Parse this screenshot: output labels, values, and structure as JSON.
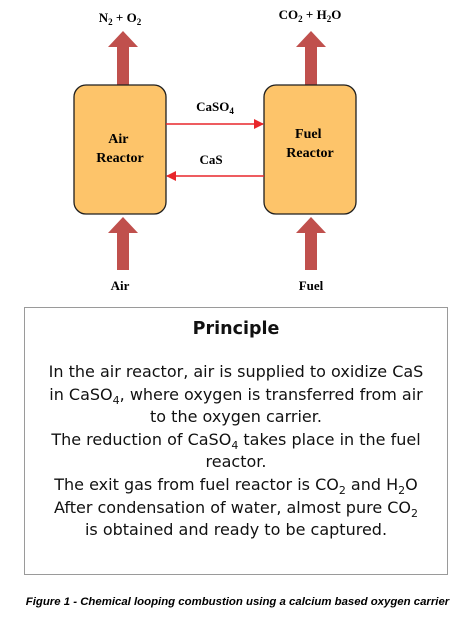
{
  "diagram": {
    "air_reactor": {
      "line1": "Air",
      "line2": "Reactor"
    },
    "fuel_reactor": {
      "line1": "Fuel",
      "line2": "Reactor"
    },
    "top_left_output": {
      "a": "N",
      "a_sub": "2",
      "b": " + O",
      "b_sub": "2"
    },
    "top_right_output": {
      "a": "CO",
      "a_sub": "2",
      "b": " + H",
      "b_sub": "2",
      "c": "O"
    },
    "upper_flow_label": {
      "main": "CaSO",
      "sub": "4"
    },
    "lower_flow_label": "CaS",
    "bottom_left_input": "Air",
    "bottom_right_input": "Fuel",
    "colors": {
      "reactor_fill": "#fdc46a",
      "reactor_stroke": "#1f1f1f",
      "up_arrow": "#c0504d",
      "flow_arrow": "#e8262b"
    }
  },
  "principle": {
    "title": "Principle",
    "p1_a": "In the air reactor, air is supplied to oxidize CaS",
    "p1_b": "in CaSO",
    "p1_b_sub": "4",
    "p1_c": ", where oxygen is transferred from air",
    "p1_d": "to the oxygen carrier.",
    "p2_a": "The reduction of CaSO",
    "p2_a_sub": "4",
    "p2_b": " takes place in the fuel",
    "p2_c": "reactor.",
    "p3_a": "The exit gas from fuel reactor is CO",
    "p3_a_sub": "2",
    "p3_b": " and H",
    "p3_b_sub": "2",
    "p3_c": "O",
    "p4_a": "After condensation of water, almost pure CO",
    "p4_a_sub": "2",
    "p4_b": "is obtained and ready to be captured."
  },
  "caption": "Figure 1 - Chemical looping combustion using a calcium based oxygen carrier"
}
